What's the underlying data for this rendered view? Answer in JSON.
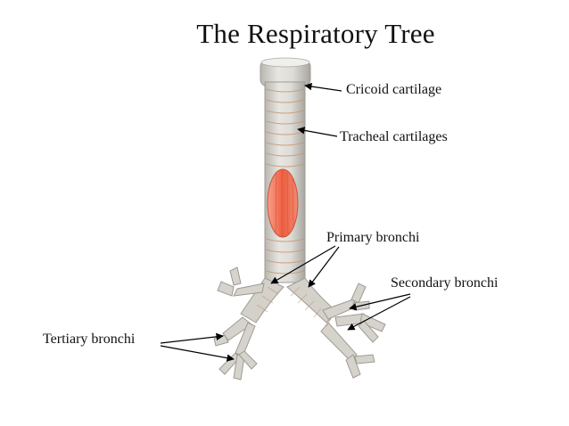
{
  "diagram": {
    "title": "The Respiratory Tree",
    "labels": {
      "cricoid": "Cricoid cartilage",
      "tracheal": "Tracheal cartilages",
      "primary": "Primary bronchi",
      "secondary": "Secondary bronchi",
      "tertiary": "Tertiary bronchi"
    },
    "colors": {
      "airway": "#d7d5cf",
      "airway_shadow": "#a9a6a0",
      "ring": "#c8956f",
      "muscle": "#ef6a4d",
      "arrow": "#000000"
    }
  }
}
